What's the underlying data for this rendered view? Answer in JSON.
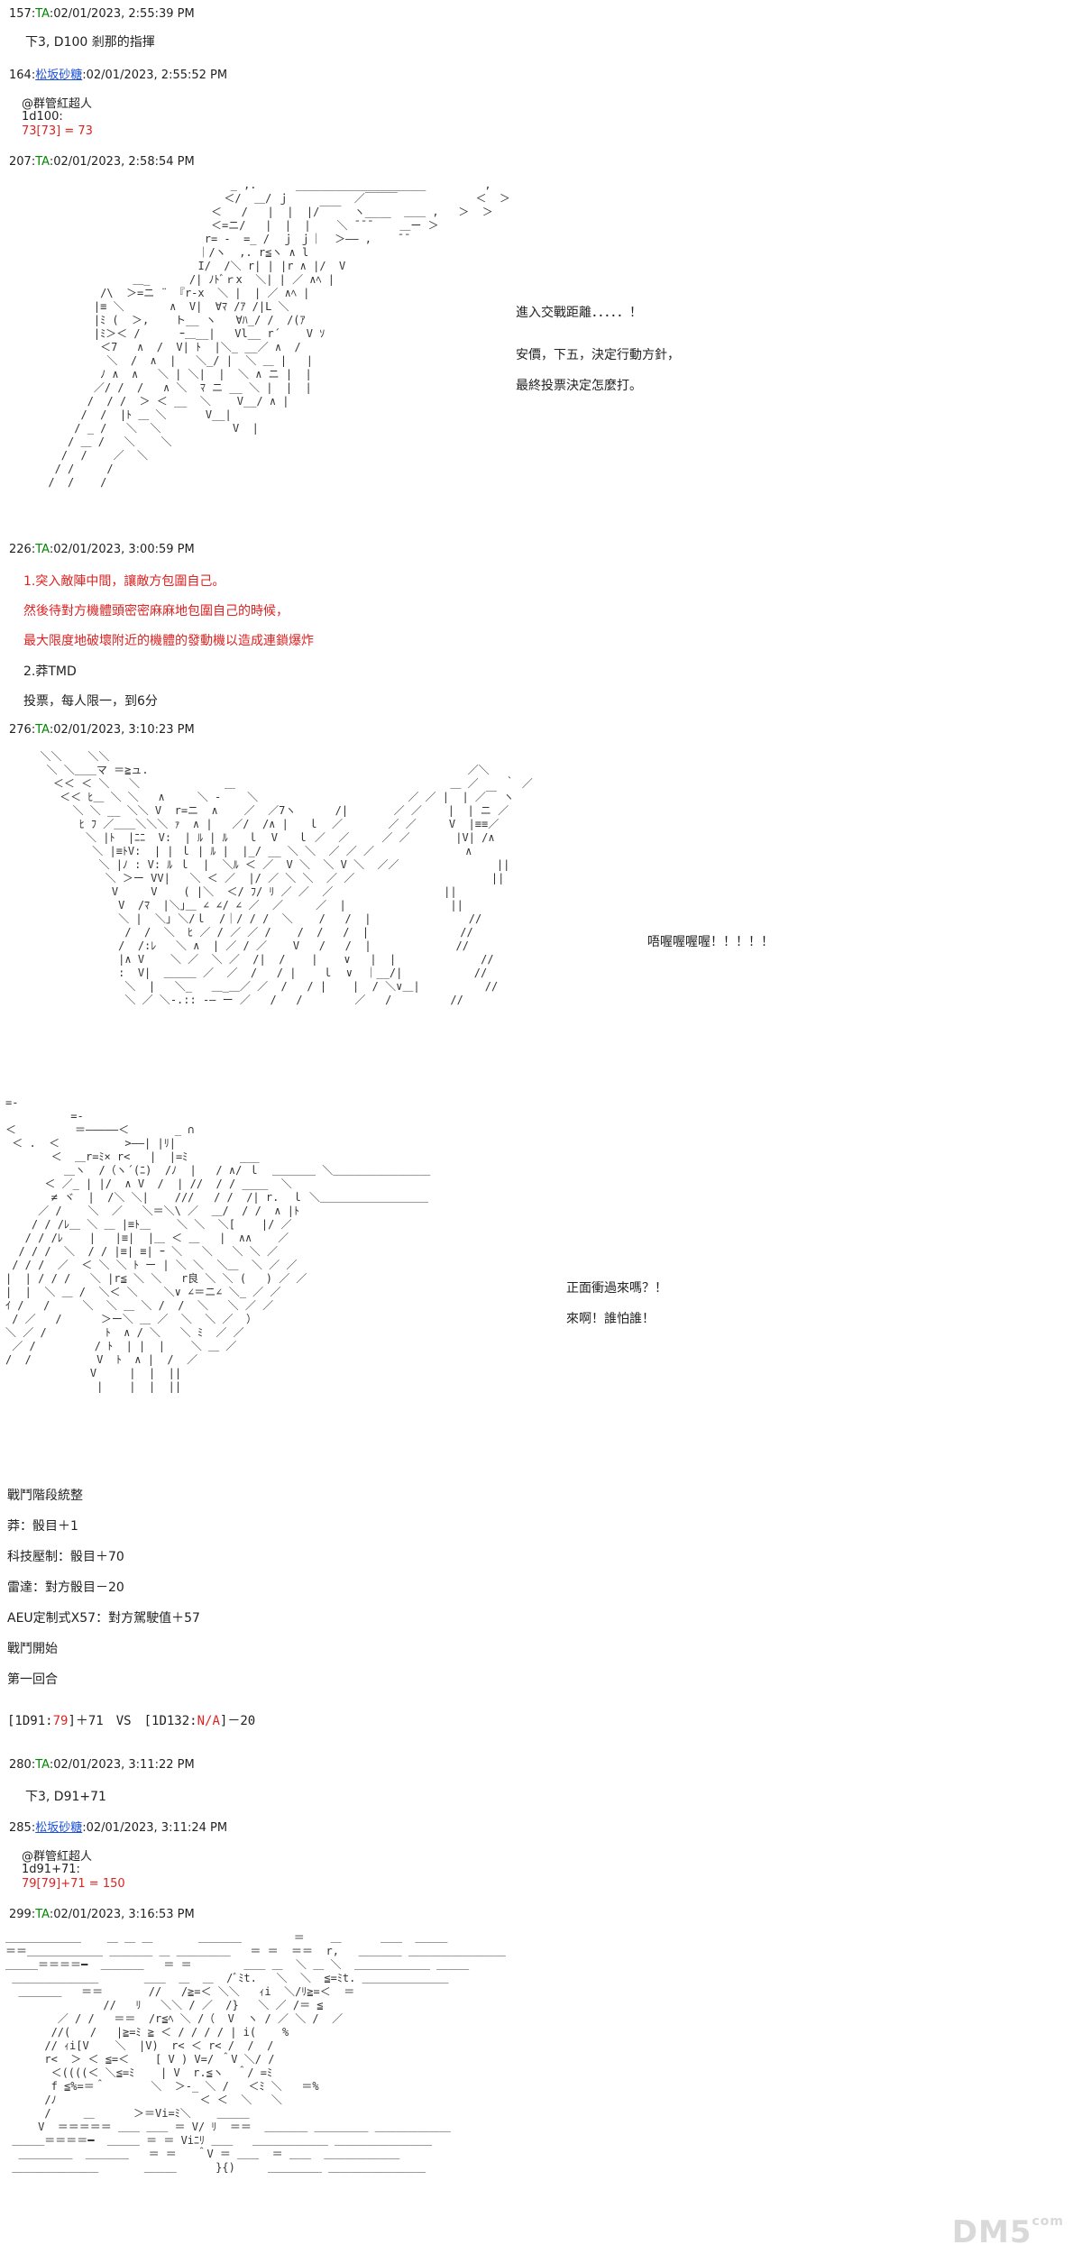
{
  "posts": {
    "p157": {
      "num": "157",
      "name": "TA",
      "date": ":02/01/2023, 2:55:39 PM",
      "text": "下3, D100 剎那的指揮"
    },
    "p164": {
      "num": "164",
      "name": "松坂砂糖",
      "date": ":02/01/2023, 2:55:52 PM",
      "lines": [
        "@群管紅超人",
        "1d100:",
        "73[73] = 73"
      ]
    },
    "p207": {
      "num": "207",
      "name": "TA",
      "date": ":02/01/2023, 2:58:54 PM",
      "side": [
        "進入交戰距離．．．．．！",
        "安價，下五，決定行動方針，",
        "最終投票決定怎麼打。"
      ]
    },
    "p226": {
      "num": "226",
      "name": "TA",
      "date": ":02/01/2023, 3:00:59 PM",
      "red": [
        "1.突入敵陣中間，讓敵方包圍自己。",
        "然後待對方機體頭密密麻麻地包圍自己的時候，",
        "最大限度地破壞附近的機體的發動機以造成連鎖爆炸"
      ],
      "plain": [
        "2.莽TMD",
        "投票，每人限一，到6分"
      ]
    },
    "p276": {
      "num": "276",
      "name": "TA",
      "date": ":02/01/2023, 3:10:23 PM",
      "side": "唔喔喔喔喔！！！！！"
    },
    "battle": {
      "side": [
        "正面衝過來嗎？！",
        "來啊！誰怕誰！"
      ],
      "lines": [
        "戰鬥階段統整",
        "莽：骰目＋1",
        "科技壓制：骰目＋70",
        "雷達：對方骰目－20",
        "AEU定制式X57：對方駕駛值＋57",
        "戰鬥開始",
        "第一回合"
      ],
      "roll_a": "[1D91:",
      "roll_a_val": "79",
      "roll_a_end": "]＋71　VS　[1D132:",
      "roll_b_val": "N/A",
      "roll_b_end": "]－20"
    },
    "p280": {
      "num": "280",
      "name": "TA",
      "date": ":02/01/2023, 3:11:22 PM",
      "text": "下3, D91+71"
    },
    "p285": {
      "num": "285",
      "name": "松坂砂糖",
      "date": ":02/01/2023, 3:11:24 PM",
      "lines": [
        "@群管紅超人",
        "1d91+71:",
        "79[79]+71 = 150"
      ]
    },
    "p299": {
      "num": "299",
      "name": "TA",
      "date": ":02/01/2023, 3:16:53 PM"
    }
  },
  "watermark": {
    "main": "DM5",
    "sup": "com"
  },
  "colors": {
    "name": "#008800",
    "link": "#1a4fd6",
    "dice": "#d22222"
  }
}
